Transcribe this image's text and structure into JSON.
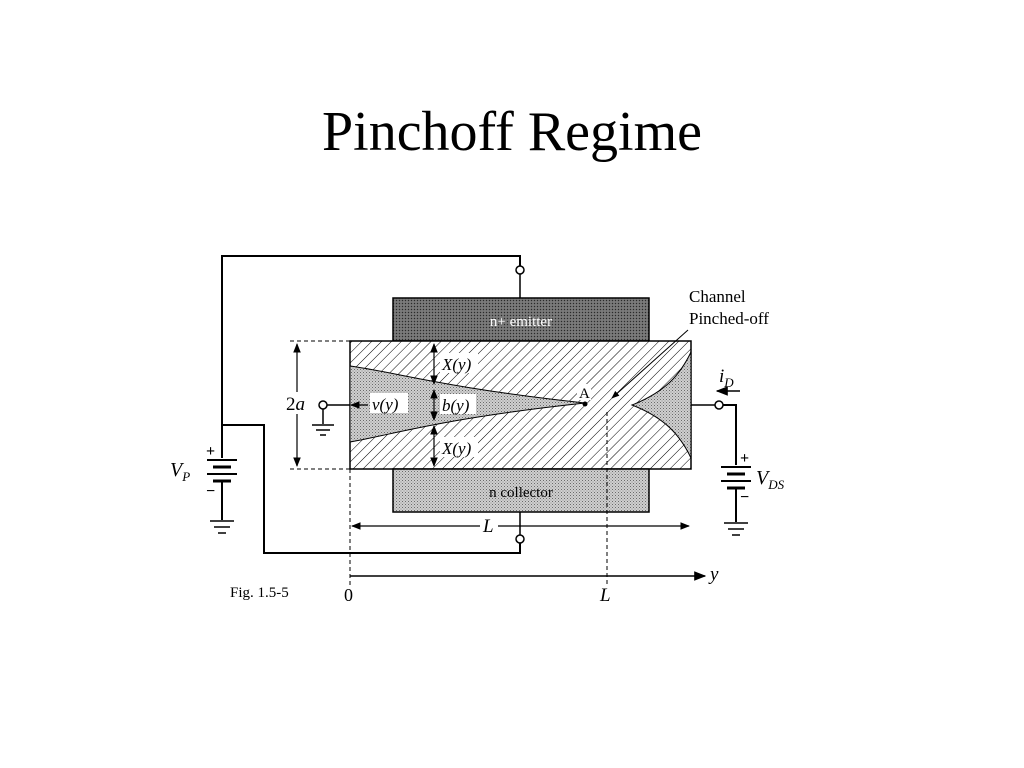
{
  "slide": {
    "title": "Pinchoff Regime"
  },
  "diagram": {
    "emitter_label": "n+ emitter",
    "collector_label": "n collector",
    "callout_line1": "Channel",
    "callout_line2": "Pinched-off",
    "label_2a_num": "2",
    "label_2a_var": "a",
    "label_Xy_top": "X(y)",
    "label_Xy_bottom": "X(y)",
    "label_vy": "v(y)",
    "label_by": "b(y)",
    "label_A": "A",
    "label_iD_main": "i",
    "label_iD_sub": "D",
    "label_Vp_main": "V",
    "label_Vp_sub": "P",
    "label_VDS_main": "V",
    "label_VDS_sub": "DS",
    "label_L_dim": "L",
    "axis_zero": "0",
    "axis_L": "L",
    "axis_y": "y",
    "plus_left": "+",
    "minus_left": "−",
    "plus_right": "+",
    "minus_right": "−",
    "figure_caption": "Fig. 1.5-5"
  }
}
